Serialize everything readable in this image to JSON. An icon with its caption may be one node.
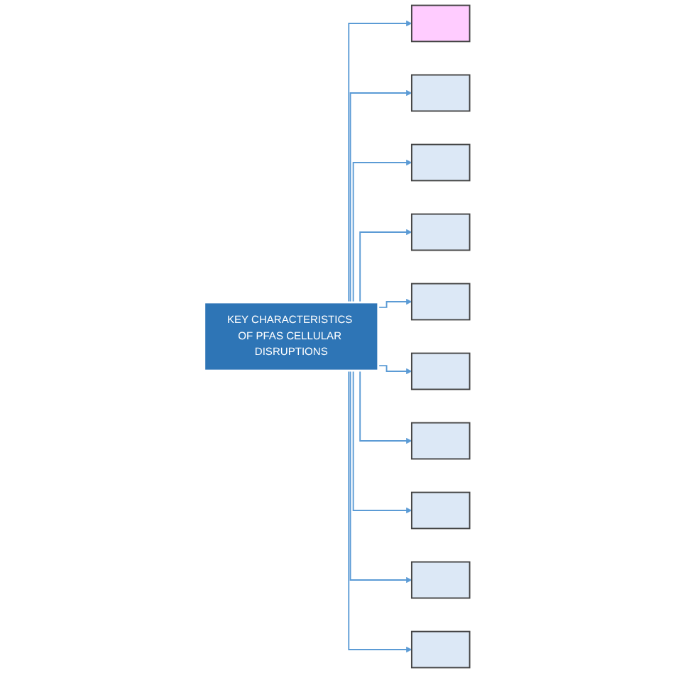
{
  "diagram": {
    "nodes": [
      {
        "text": [
          "KEY CHARACTERISTICS OF PFAS CELLULAR DISRUPTIONS"
        ]
      },
      {
        "text": [],
        "shape": "box"
      },
      {
        "text": [],
        "shape": "box"
      },
      {
        "text": [],
        "shape": "box"
      },
      {
        "text": [],
        "shape": "box"
      },
      {
        "text": [],
        "shape": "box"
      },
      {
        "text": [],
        "shape": "box"
      },
      {
        "text": [],
        "shape": "box"
      },
      {
        "text": [],
        "shape": "box"
      },
      {
        "text": [],
        "shape": "box"
      },
      {
        "text": [],
        "shape": "box"
      }
    ],
    "edges": [
      {
        "from": 0,
        "to": 1,
        "arrow": "to"
      },
      {
        "from": 0,
        "to": 2,
        "arrow": "to"
      },
      {
        "from": 0,
        "to": 3,
        "arrow": "to"
      },
      {
        "from": 0,
        "to": 4,
        "arrow": "to"
      },
      {
        "from": 0,
        "to": 5,
        "arrow": "to"
      },
      {
        "from": 0,
        "to": 6,
        "arrow": "to"
      },
      {
        "from": 0,
        "to": 7,
        "arrow": "to"
      },
      {
        "from": 0,
        "to": 8,
        "arrow": "to"
      },
      {
        "from": 0,
        "to": 9,
        "arrow": "to"
      },
      {
        "from": 0,
        "to": 10,
        "arrow": "to"
      }
    ]
  }
}
